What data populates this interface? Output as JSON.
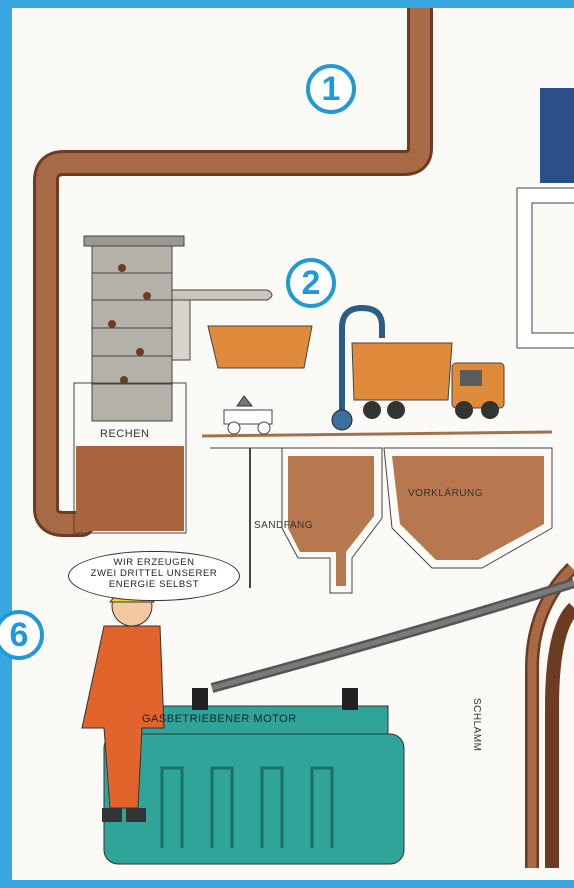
{
  "badges": {
    "b1": "1",
    "b2": "2",
    "b6": "6"
  },
  "labels": {
    "rechen": "RECHEN",
    "sandfang": "SANDFANG",
    "vorklaerung": "VORKLÄRUNG",
    "motor": "GASBETRIEBENER MOTOR",
    "schlamm": "SCHLAMM"
  },
  "speech": {
    "line1": "WIR ERZEUGEN",
    "line2": "ZWEI DRITTEL UNSERER",
    "line3": "ENERGIE SELBST"
  },
  "colors": {
    "frame": "#3aa8e0",
    "pipe": "#9b5a3a",
    "container": "#e08a3c",
    "motor": "#2fa59a",
    "worker": "#e0642c",
    "helmet": "#f5d21c"
  }
}
